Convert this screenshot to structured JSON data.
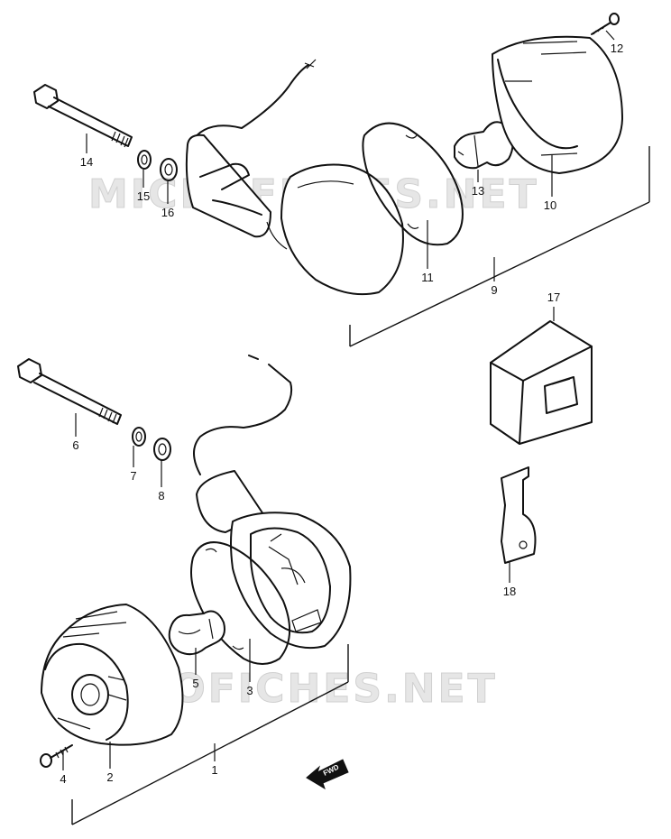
{
  "watermark": {
    "top": "MICROFICHES.NET",
    "bottom": "MICROFICHES.NET"
  },
  "direction_badge": {
    "text": "FWD"
  },
  "callouts": {
    "p1": "1",
    "p2": "2",
    "p3": "3",
    "p4": "4",
    "p5": "5",
    "p6": "6",
    "p7": "7",
    "p8": "8",
    "p9": "9",
    "p10": "10",
    "p11": "11",
    "p12": "12",
    "p13": "13",
    "p14": "14",
    "p15": "15",
    "p16": "16",
    "p17": "17",
    "p18": "18"
  },
  "colors": {
    "line": "#111111",
    "watermark": "#e6e6e6",
    "background": "#ffffff"
  }
}
